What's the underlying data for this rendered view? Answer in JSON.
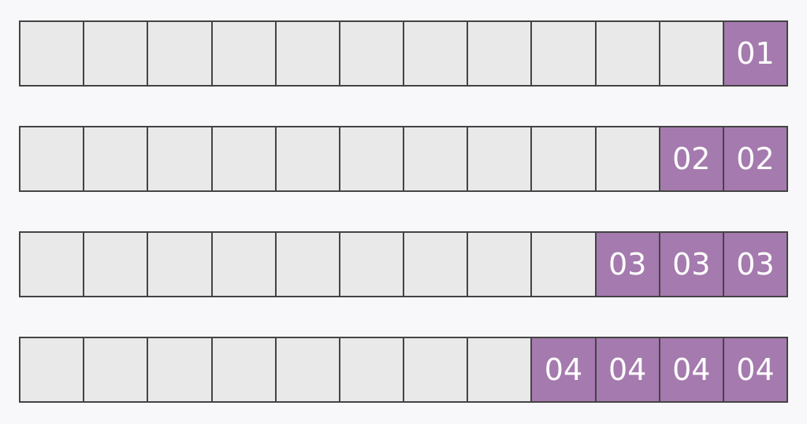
{
  "colors": {
    "background": "#f8f8fa",
    "empty_cell": "#e9e9e9",
    "filled_cell": "#a57aae",
    "border": "#444444",
    "label_text": "#ffffff"
  },
  "rows": [
    {
      "cells": [
        "",
        "",
        "",
        "",
        "",
        "",
        "",
        "",
        "",
        "",
        "",
        "01"
      ]
    },
    {
      "cells": [
        "",
        "",
        "",
        "",
        "",
        "",
        "",
        "",
        "",
        "",
        "02",
        "02"
      ]
    },
    {
      "cells": [
        "",
        "",
        "",
        "",
        "",
        "",
        "",
        "",
        "",
        "03",
        "03",
        "03"
      ]
    },
    {
      "cells": [
        "",
        "",
        "",
        "",
        "",
        "",
        "",
        "",
        "04",
        "04",
        "04",
        "04"
      ]
    }
  ]
}
